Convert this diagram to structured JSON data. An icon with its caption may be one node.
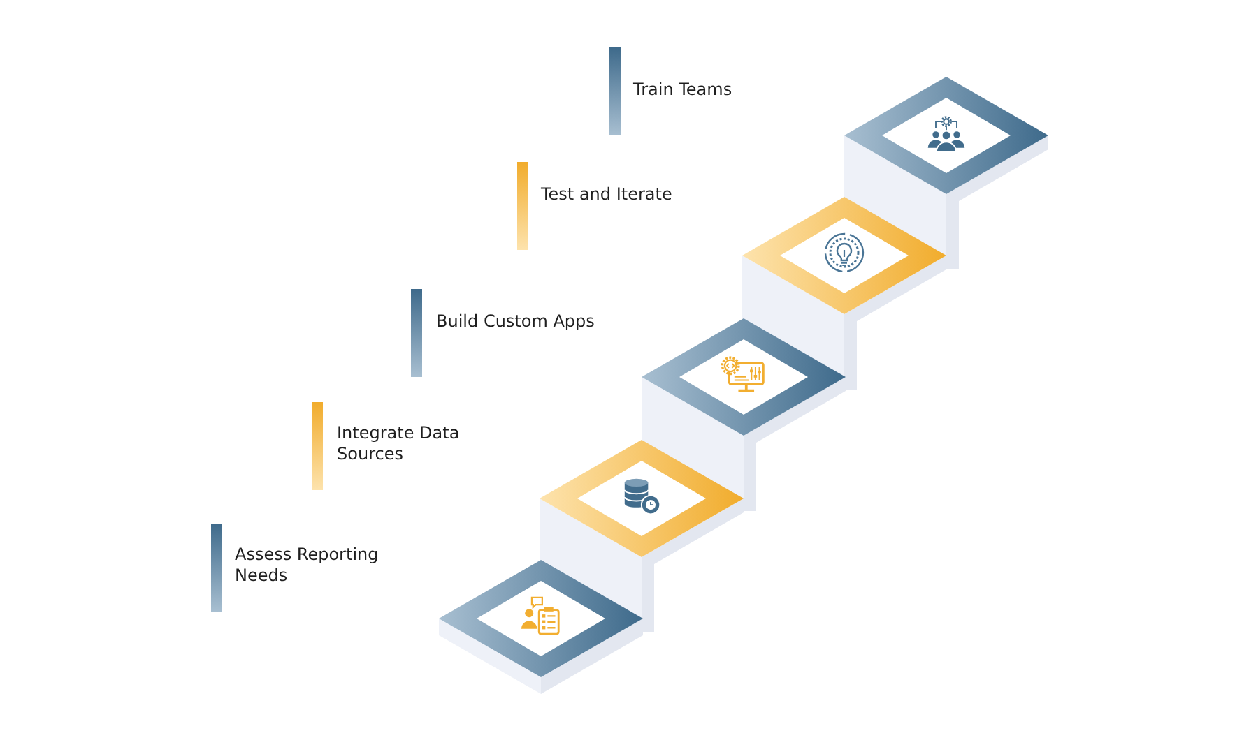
{
  "diagram": {
    "nodes": [
      {
        "text": [],
        "shape": "diamond"
      },
      {
        "text": [],
        "shape": "diamond"
      },
      {
        "text": [],
        "shape": "diamond"
      },
      {
        "text": [],
        "shape": "diamond"
      },
      {
        "text": [],
        "shape": "diamond"
      }
    ],
    "labels": [
      "Train Teams",
      "Test and Iterate",
      "Build Custom Apps",
      "Integrate Data Sources",
      "Assess Reporting Needs"
    ]
  }
}
